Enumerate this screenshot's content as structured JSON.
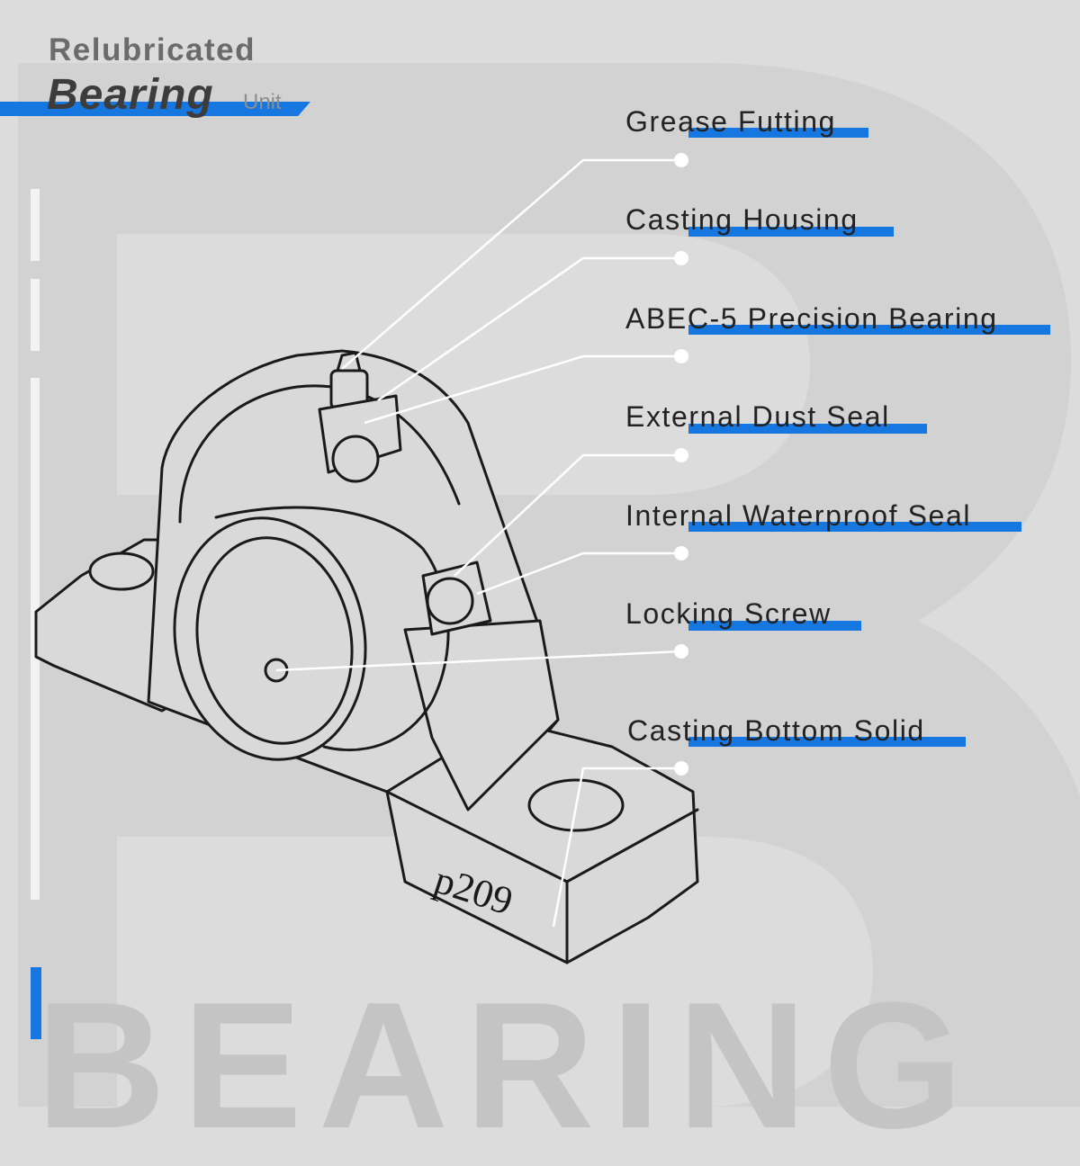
{
  "header": {
    "line1": "Relubricated",
    "line2": "Bearing",
    "line3": "Unit"
  },
  "background_text": "BEARING",
  "part_marking": "p209",
  "accent_color": "#1677e0",
  "labels": [
    {
      "text": "Grease Futting"
    },
    {
      "text": "Casting Housing"
    },
    {
      "text": "ABEC-5 Precision Bearing"
    },
    {
      "text": "External Dust Seal"
    },
    {
      "text": "Internal Waterproof Seal"
    },
    {
      "text": "Locking Screw"
    },
    {
      "text": "Casting Bottom Solid"
    }
  ]
}
